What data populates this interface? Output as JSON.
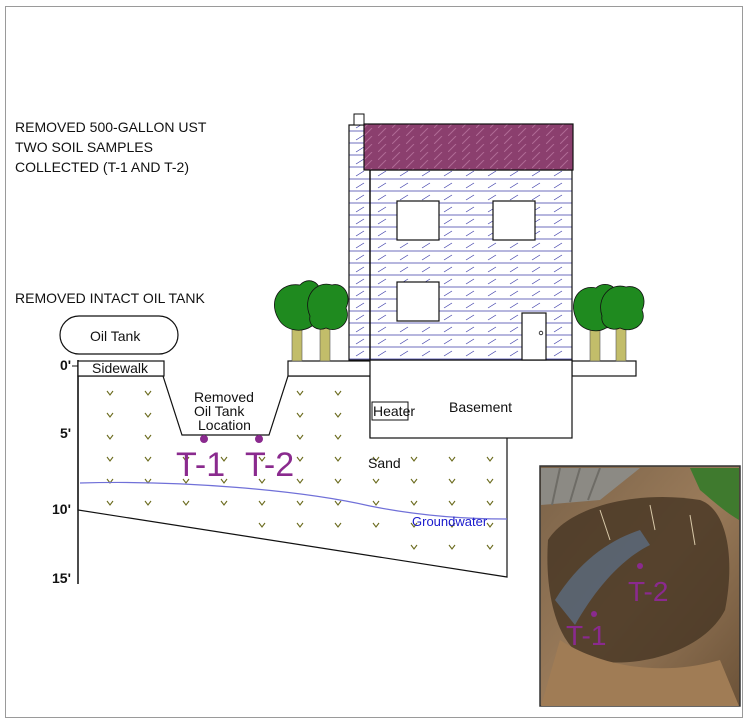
{
  "notes": {
    "line1": "REMOVED 500-GALLON UST",
    "line2": "TWO SOIL SAMPLES",
    "line3": "COLLECTED (T-1 AND T-2)",
    "removed_tank": "REMOVED INTACT OIL TANK"
  },
  "labels": {
    "oil_tank": "Oil Tank",
    "sidewalk": "Sidewalk",
    "removed_location_1": "Removed",
    "removed_location_2": "Oil Tank",
    "removed_location_3": "Location",
    "heater": "Heater",
    "basement": "Basement",
    "sand": "Sand",
    "groundwater": "Groundwater"
  },
  "depth_scale": [
    "0'",
    "5'",
    "10'",
    "15'"
  ],
  "samples": {
    "t1": "T-1",
    "t2": "T-2"
  },
  "photo": {
    "t1": "T-1",
    "t2": "T-2"
  },
  "colors": {
    "sample_purple": "#8a2a8e",
    "roof": "#8b3f6e",
    "siding": "#3a3aa8",
    "groundwater": "#1a1acc",
    "tree_green": "#1f8a1f",
    "trunk": "#c2bd6a",
    "grass_tick": "#6b6b1e"
  }
}
